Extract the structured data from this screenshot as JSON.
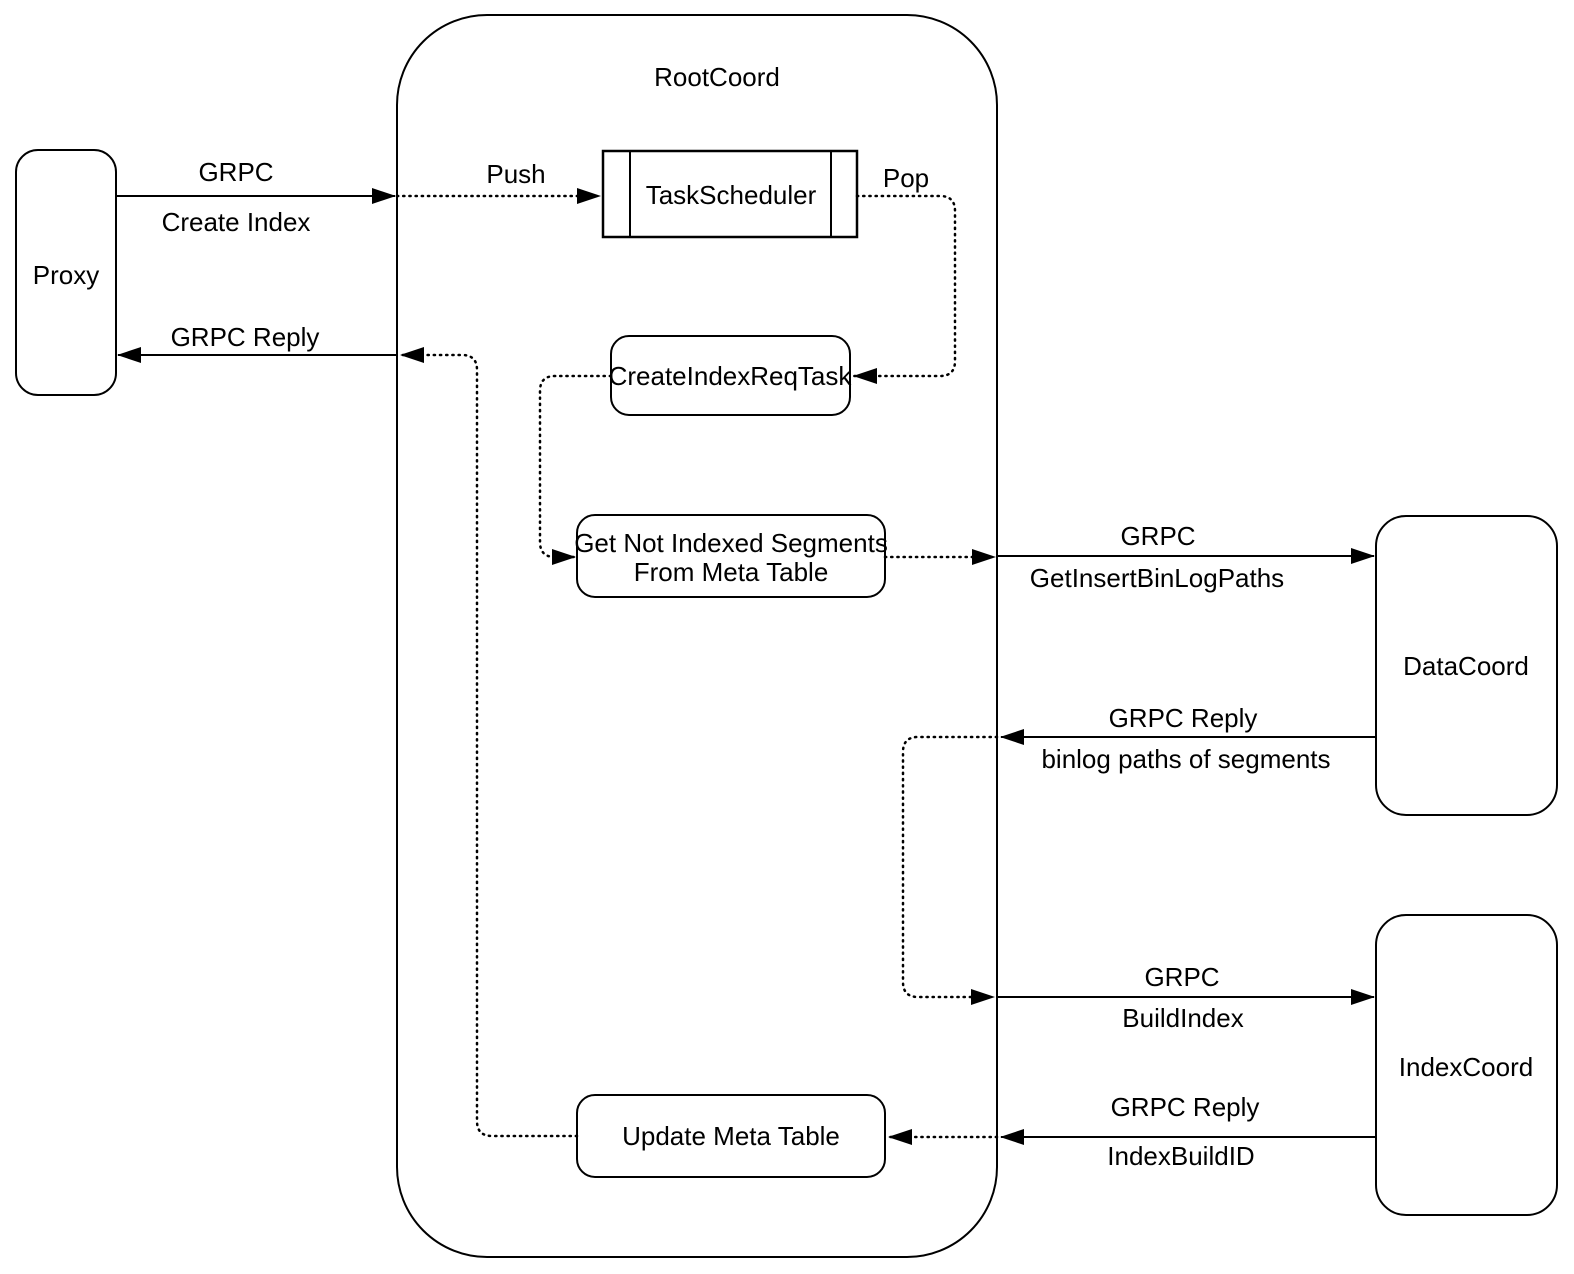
{
  "diagram": {
    "title": "RootCoord",
    "colors": {
      "stroke": "#000000",
      "background": "#ffffff"
    },
    "nodes": {
      "proxy": {
        "label": "Proxy"
      },
      "rootcoord": {
        "label": "RootCoord"
      },
      "taskscheduler": {
        "label": "TaskScheduler"
      },
      "create_index_req_task": {
        "label": "CreateIndexReqTask"
      },
      "get_not_indexed_segments": {
        "label_line1": "Get Not Indexed Segments",
        "label_line2": "From Meta Table"
      },
      "update_meta_table": {
        "label": "Update Meta Table"
      },
      "datacoord": {
        "label": "DataCoord"
      },
      "indexcoord": {
        "label": "IndexCoord"
      }
    },
    "edges": {
      "create_index": {
        "line1": "GRPC",
        "line2": "Create Index"
      },
      "push": {
        "label": "Push"
      },
      "pop": {
        "label": "Pop"
      },
      "get_insert_binlog_paths": {
        "line1": "GRPC",
        "line2": "GetInsertBinLogPaths"
      },
      "binlog_reply": {
        "line1": "GRPC Reply",
        "line2": "binlog paths of segments"
      },
      "build_index": {
        "line1": "GRPC",
        "line2": "BuildIndex"
      },
      "index_build_id_reply": {
        "line1": "GRPC Reply",
        "line2": "IndexBuildID"
      },
      "grpc_reply_to_proxy": {
        "label": "GRPC Reply"
      }
    }
  }
}
